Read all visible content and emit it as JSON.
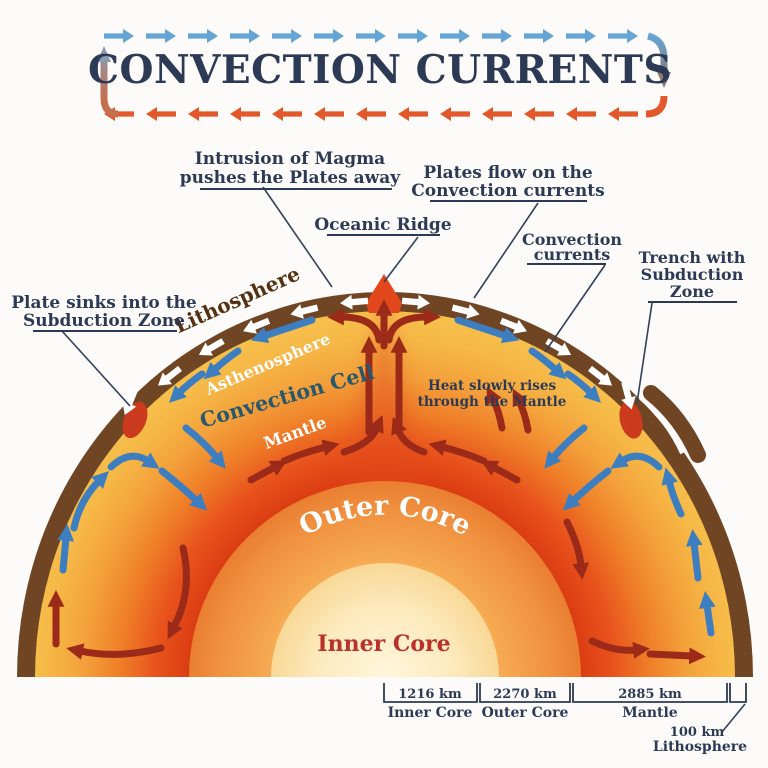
{
  "title": {
    "text": "CONVECTION CURRENTS"
  },
  "callouts": {
    "intrusion": {
      "lines": [
        "Intrusion of Magma",
        "pushes the Plates away"
      ]
    },
    "plates_flow": {
      "lines": [
        "Plates flow on the",
        "Convection currents"
      ]
    },
    "oceanic_ridge": {
      "lines": [
        "Oceanic Ridge"
      ]
    },
    "convection_currents": {
      "lines": [
        "Convection",
        "currents"
      ]
    },
    "trench": {
      "lines": [
        "Trench with",
        "Subduction",
        "Zone"
      ]
    },
    "plate_sinks": {
      "lines": [
        "Plate sinks into the",
        "Subduction Zone"
      ]
    },
    "heat_rises": {
      "lines": [
        "Heat slowly rises",
        "through the Mantle"
      ]
    }
  },
  "layers": {
    "lithosphere": "Lithosphere",
    "asthenosphere": "Asthenosphere",
    "convection_cell": "Convection Cell",
    "mantle": "Mantle",
    "outer_core": "Outer Core",
    "inner_core": "Inner Core"
  },
  "scale": {
    "segments": [
      {
        "distance": "1216 km",
        "layer": "Inner Core"
      },
      {
        "distance": "2270 km",
        "layer": "Outer Core"
      },
      {
        "distance": "2885 km",
        "layer": "Mantle"
      }
    ],
    "lithosphere_note": {
      "distance": "100 km",
      "layer": "Lithosphere"
    }
  },
  "colors": {
    "text_navy": "#2c3a55",
    "title_arrow_blue": "#64a5d6",
    "title_arrow_orange": "#e2582b",
    "flow_arrow_blue": "#3c7ec0",
    "deep_flow_arrow_red": "#9b2a18",
    "lithosphere_brown": "#6f4524",
    "mantle_gold": "#f7c14d",
    "mantle_orange": "#ef7e28",
    "mantle_hot_red": "#d63a14",
    "outer_core_orange": "#ea7e31",
    "inner_core_cream": "#fdeabd",
    "inner_core_text_red": "#b8312a",
    "convection_cell_teal": "#27586d",
    "plate_arrow_white": "#ffffff",
    "background": "#fcfbf9"
  }
}
